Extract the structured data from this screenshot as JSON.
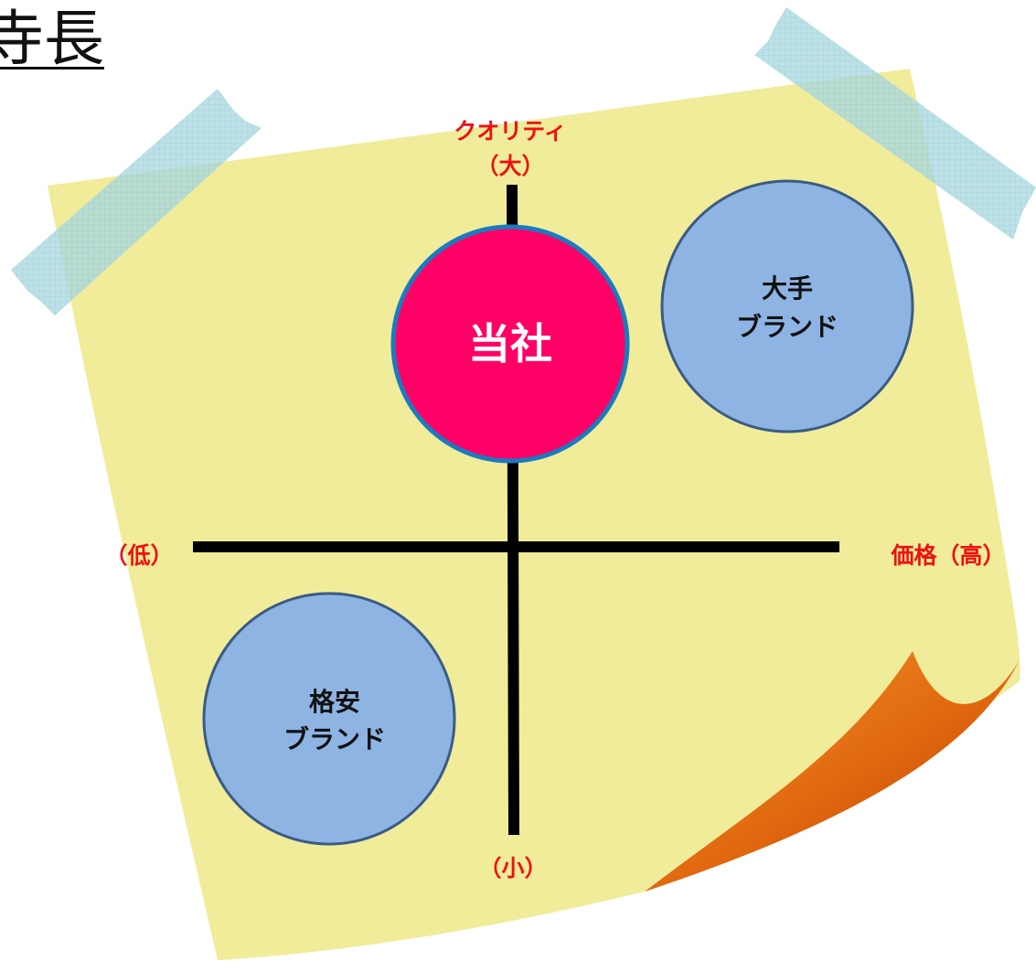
{
  "title": "寺長",
  "axes": {
    "quality_label": "クオリティ",
    "quality_high": "（大）",
    "quality_low": "（小）",
    "price_low": "（低）",
    "price_high": "価格（高）"
  },
  "bubbles": {
    "own_company": "当社",
    "major_brand_line1": "大手",
    "major_brand_line2": "ブランド",
    "budget_brand_line1": "格安",
    "budget_brand_line2": "ブランド"
  },
  "colors": {
    "note_paper": "#f0ec9a",
    "tape": "#a9d8e0",
    "curl": "#e0660f",
    "axis_text": "#ee1111",
    "own_company_fill": "#ff0066",
    "own_company_stroke": "#1a7bbf",
    "competitor_fill": "#8eb4e3",
    "competitor_stroke": "#3b5b84",
    "axis_line": "#000000"
  }
}
